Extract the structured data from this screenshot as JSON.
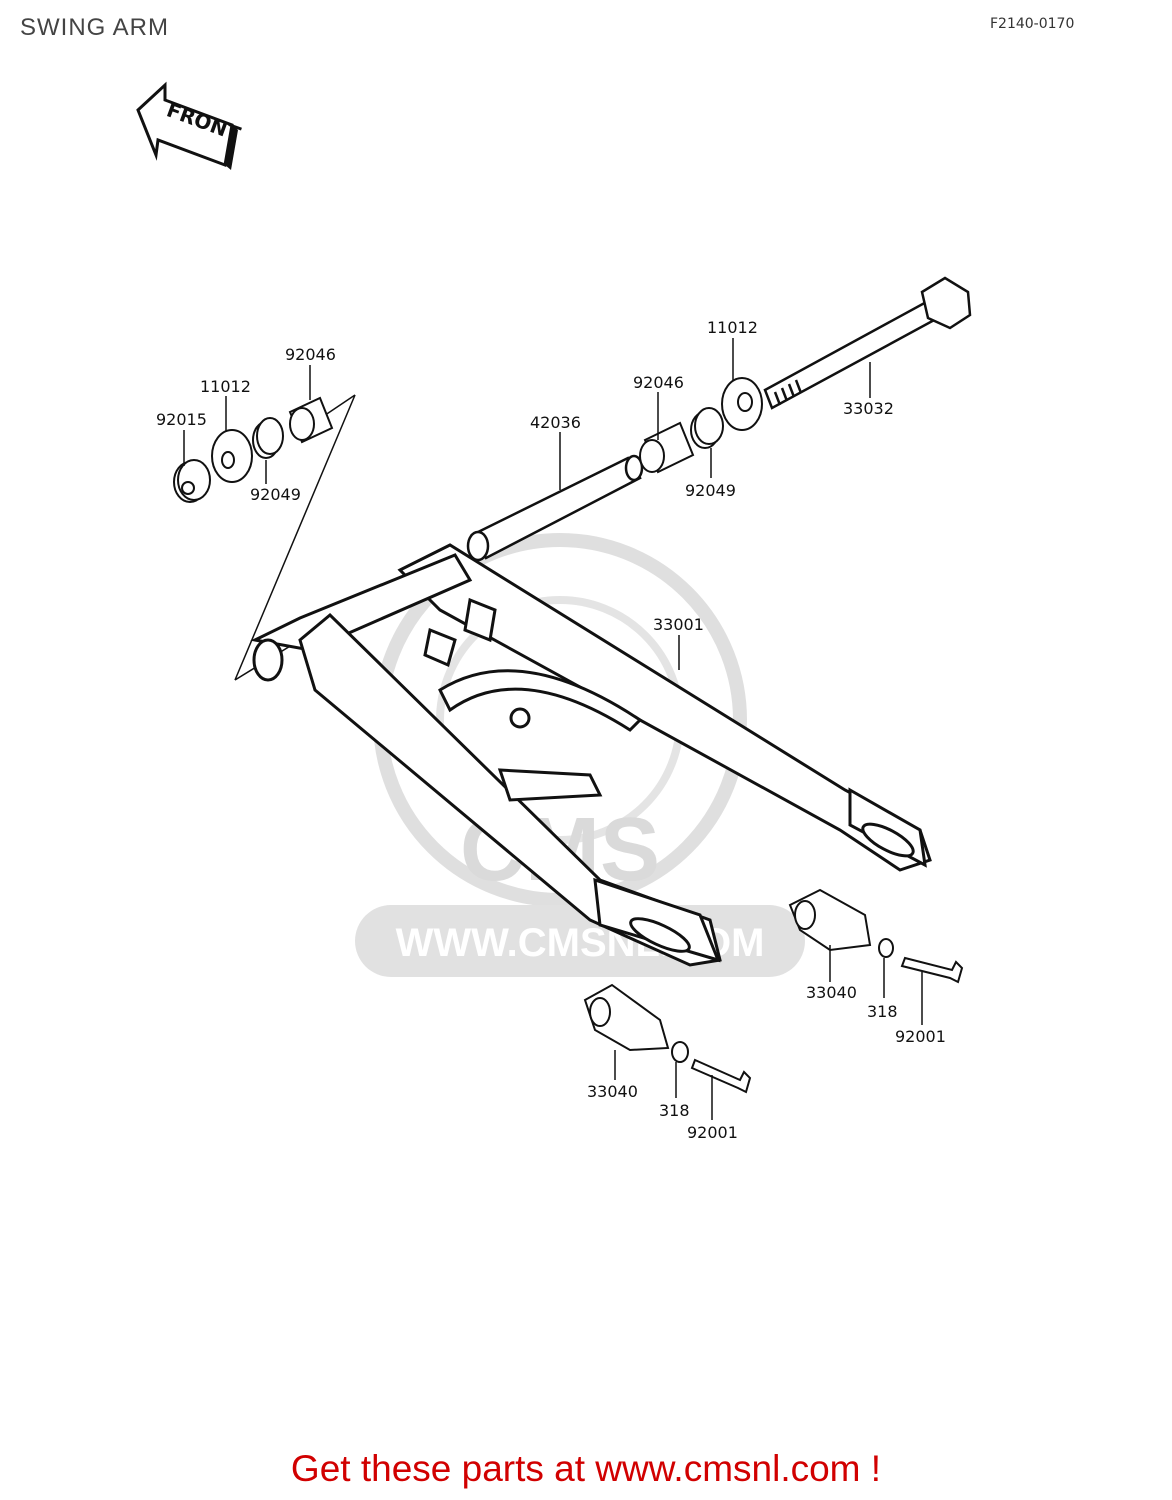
{
  "page": {
    "title": "SWING ARM",
    "code": "F2140-0170",
    "cta": "Get these parts at www.cmsnl.com !",
    "front_label": "FRONT"
  },
  "watermark": {
    "brand": "CMS",
    "url": "WWW.CMSNL.COM"
  },
  "parts": {
    "p92046_left": "92046",
    "p11012_left": "11012",
    "p92015": "92015",
    "p92049_left": "92049",
    "p42036": "42036",
    "p92046_right": "92046",
    "p11012_right": "11012",
    "p92049_right": "92049",
    "p33032": "33032",
    "p33001": "33001",
    "p33040_right": "33040",
    "p318_right": "318",
    "p92001_right": "92001",
    "p33040_left": "33040",
    "p318_left": "318",
    "p92001_left": "92001"
  },
  "colors": {
    "line": "#111111",
    "watermark": "#d6d6d6",
    "cta": "#d10000"
  }
}
